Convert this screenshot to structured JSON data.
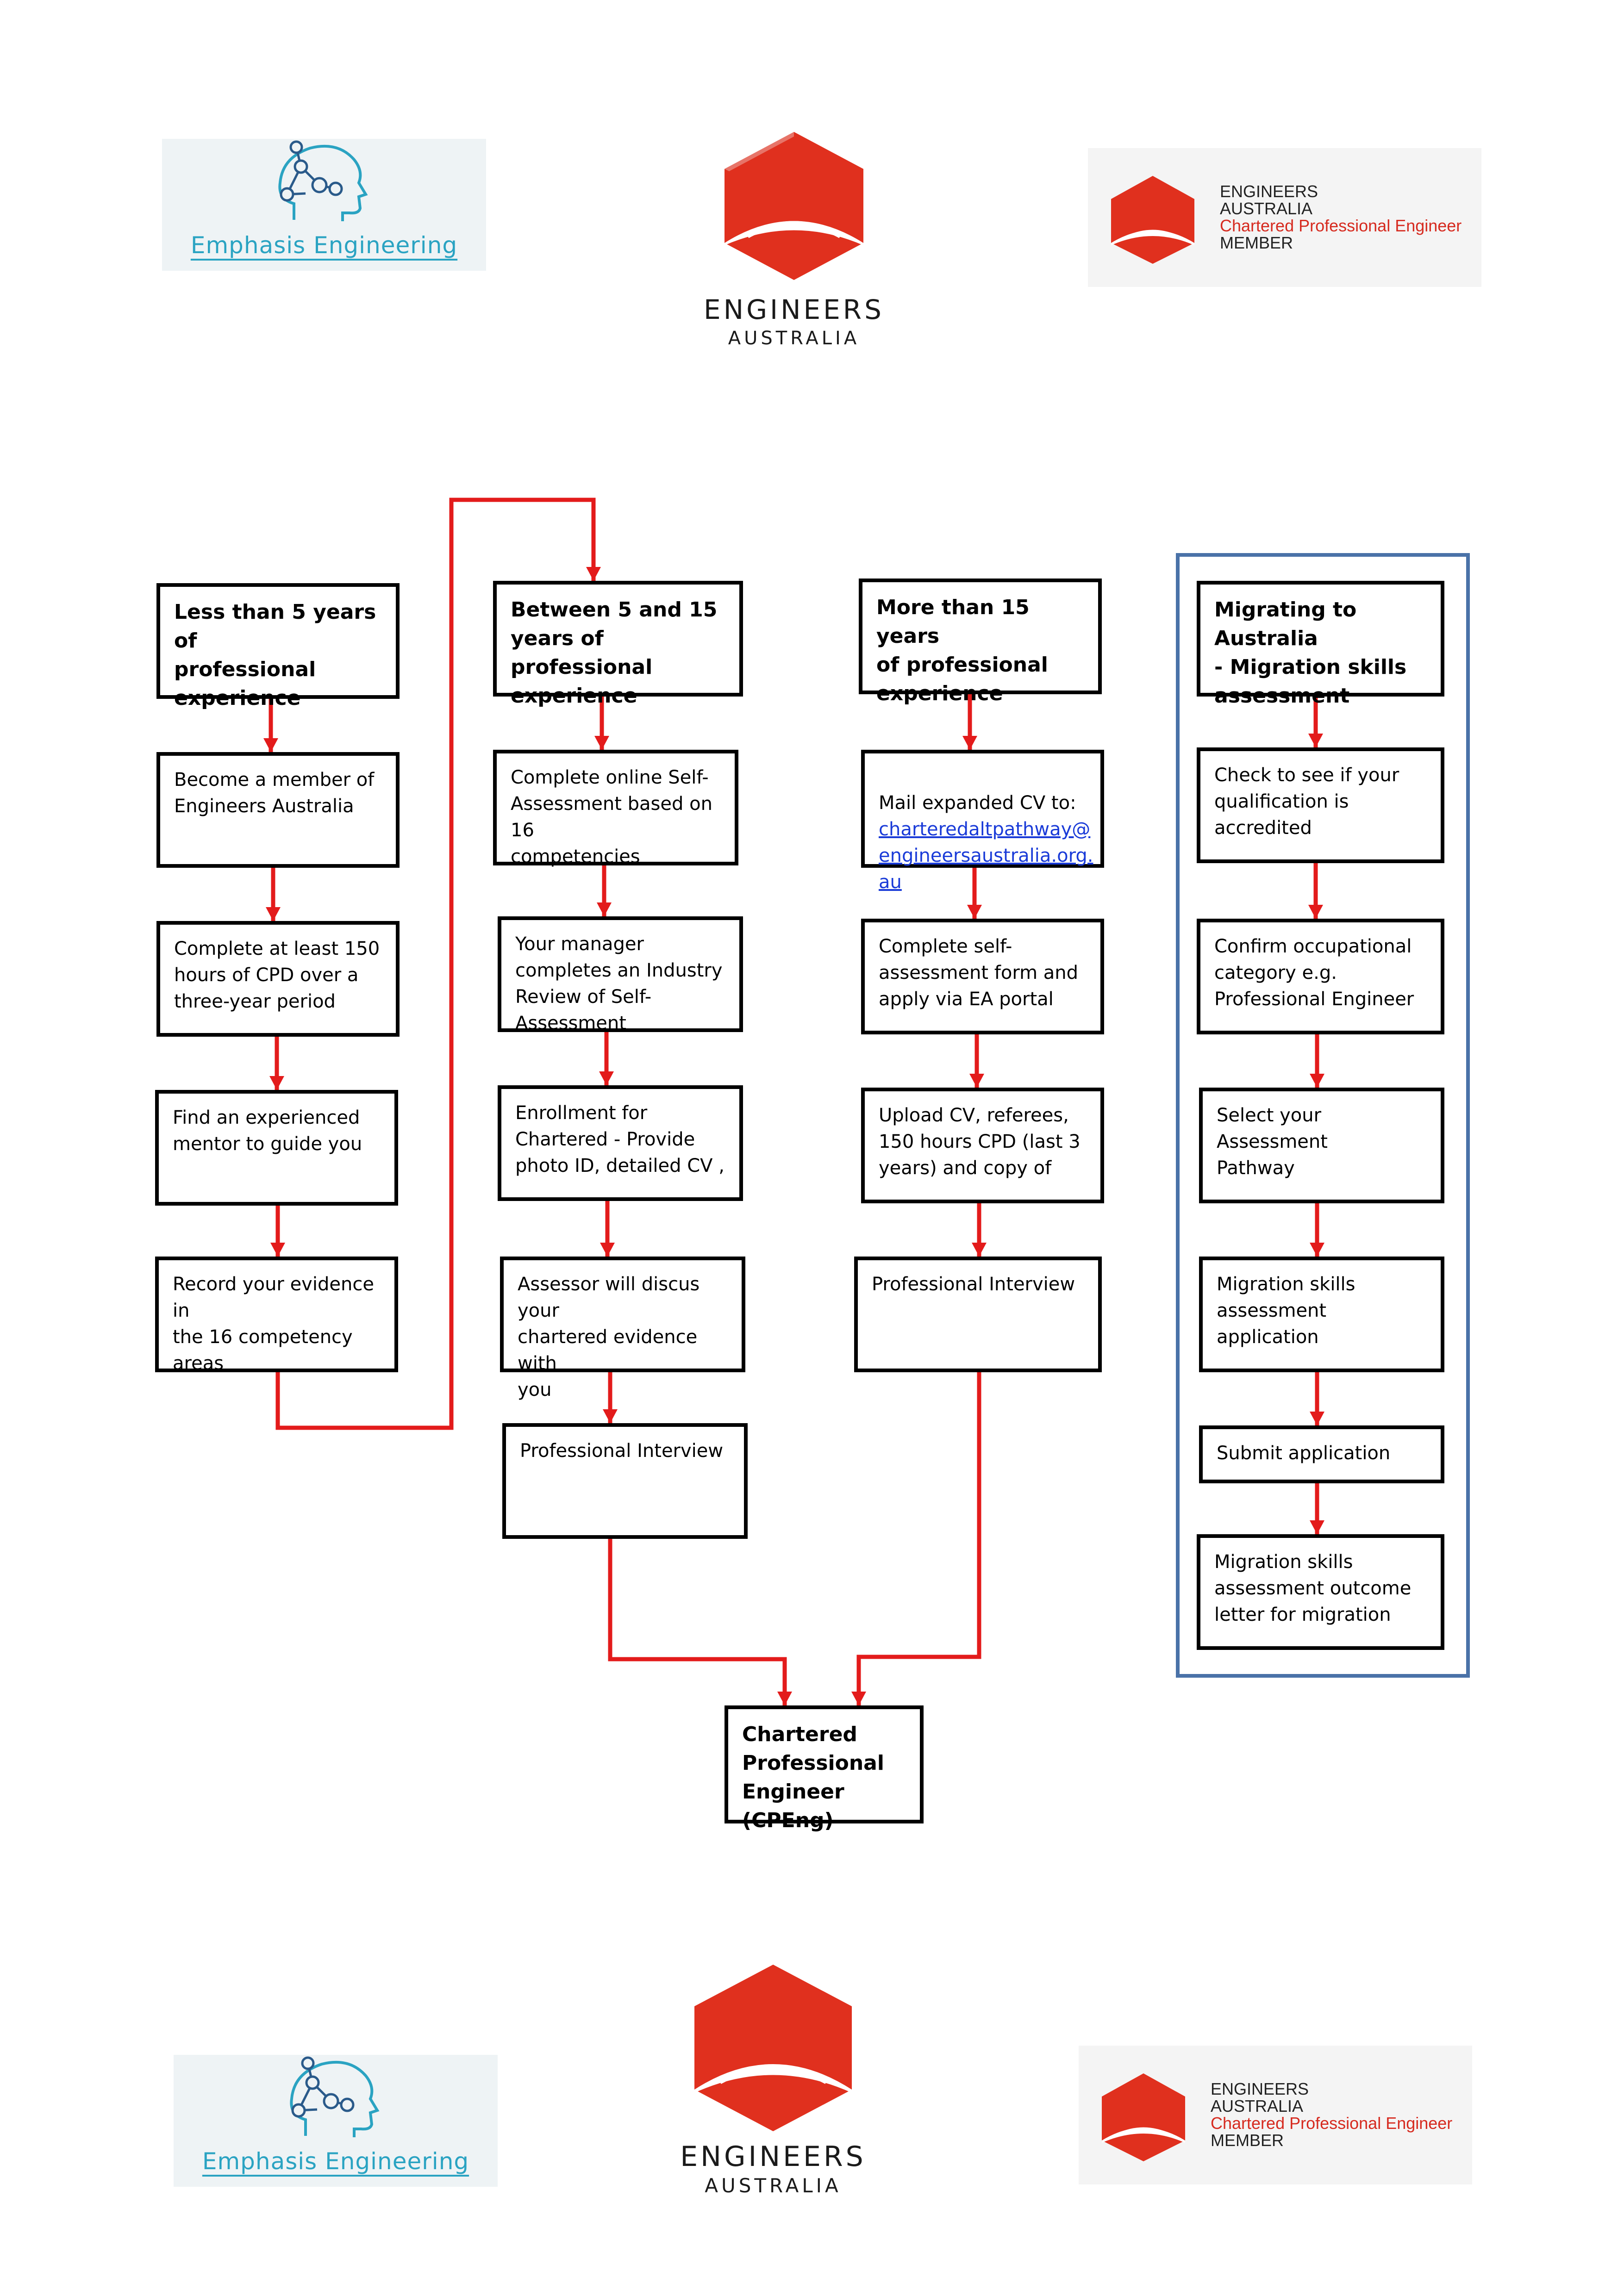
{
  "logos": {
    "emphasis_text": "Emphasis Engineering",
    "ea_line1": "ENGINEERS",
    "ea_line2": "AUSTRALIA",
    "member_line1": "ENGINEERS",
    "member_line2": "AUSTRALIA",
    "member_line3": "Chartered Professional Engineer",
    "member_line4": "MEMBER"
  },
  "colors": {
    "arrow": "#e31b1b",
    "frame": "#4a72a8",
    "ea_red": "#e0301e",
    "emphasis_teal": "#2aa3c2",
    "link": "#1a3bd8"
  },
  "col1": {
    "header": "Less than 5 years of\nprofessional\nexperience",
    "steps": [
      "Become a member of\nEngineers Australia",
      "Complete at least 150\nhours of CPD over a\nthree-year period",
      "Find an experienced\nmentor to guide you",
      "Record your evidence in\nthe 16 competency\nareas"
    ]
  },
  "col2": {
    "header": "Between 5 and 15\nyears of professional\nexperience",
    "steps": [
      "Complete online Self-\nAssessment based on 16\ncompetencies",
      "Your manager\ncompletes an Industry\nReview of Self-\nAssessment",
      "Enrollment for\nChartered - Provide\nphoto ID, detailed CV ,",
      "Assessor will discus your\nchartered evidence with\nyou",
      "Professional Interview"
    ]
  },
  "col3": {
    "header": "More than 15 years\nof professional\nexperience",
    "step1_prefix": "Mail expanded CV to:",
    "step1_link": "charteredaltpathway@\nengineersaustralia.org.\nau",
    "steps": [
      "Complete self-\nassessment form and\napply via EA portal",
      "Upload CV, referees,\n150 hours CPD (last 3\nyears) and copy of",
      "Professional Interview"
    ]
  },
  "col4": {
    "header": "Migrating to Australia\n- Migration skills\nassessment",
    "steps": [
      "Check to see if your\nqualification is\naccredited",
      "Confirm occupational\ncategory e.g.\nProfessional Engineer",
      "Select your Assessment\nPathway",
      "Migration skills\nassessment application",
      "Submit application",
      "Migration skills\nassessment outcome\nletter for migration"
    ]
  },
  "outcome": "Chartered\nProfessional\nEngineer (CPEng)"
}
